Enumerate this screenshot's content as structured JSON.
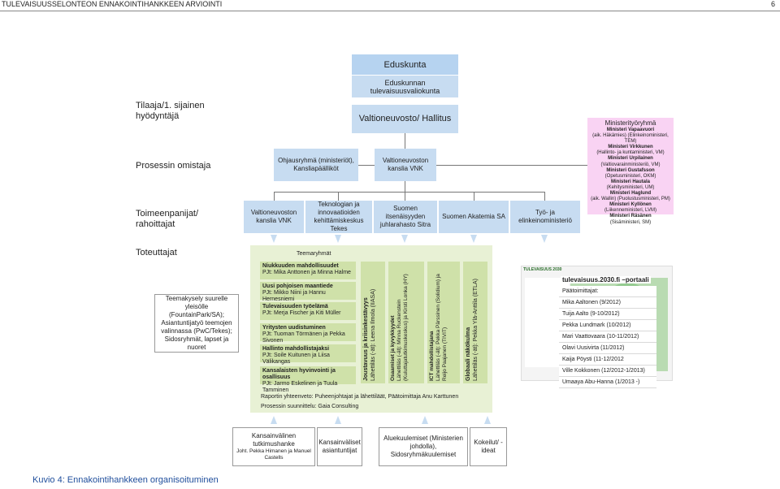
{
  "header": {
    "title": "TULEVAISUUSSELONTEON ENNAKOINTIHANKKEEN ARVIOINTI",
    "page": "6"
  },
  "rows": {
    "tilaaja": "Tilaaja/1. sijainen hyödyntäjä",
    "omistaja": "Prosessin omistaja",
    "toimeenpanijat": "Toimeenpanijat/ rahoittajat",
    "toteuttajat": "Toteuttajat"
  },
  "top": {
    "eduskunta": "Eduskunta",
    "valiokunta": "Eduskunnan tulevaisuusvaliokunta",
    "hallitus": "Valtioneuvosto/ Hallitus",
    "vnk": "Valtioneuvoston kanslia VNK",
    "ohjausryhma": "Ohjausryhmä (ministeriöt), Kansliapäälliköt"
  },
  "ministerial": {
    "title": "Ministerityöryhmä",
    "members": [
      {
        "name": "Ministeri Vapaavuori",
        "note": "(aik. Häkämies) (Elinkeinoministeri, TEM)"
      },
      {
        "name": "Ministeri Virkkunen",
        "note": "(Hallinto- ja kuntaministeri, VM)"
      },
      {
        "name": "Ministeri Urpilainen",
        "note": "(Valtiovarainministeriö, VM)"
      },
      {
        "name": "Ministeri Gustafsson",
        "note": "(Opetusministeri, OKM)"
      },
      {
        "name": "Ministeri Hautala",
        "note": "(Kehitysministeri, UM)"
      },
      {
        "name": "Ministeri Haglund",
        "note": "(aik. Wallin) (Puolustusministeri, PM)"
      },
      {
        "name": "Ministeri Kyllönen",
        "note": "(Liikenneministeri, LVM)"
      },
      {
        "name": "Ministeri Räsänen",
        "note": "(Sisäministeri, SM)"
      }
    ]
  },
  "funders": [
    "Valtioneuvoston kanslia VNK",
    "Teknologian ja innovaatioiden kehittämiskeskus Tekes",
    "Suomen itsenäisyyden juhlarahasto Sitra",
    "Suomen Akatemia SA",
    "Työ- ja elinkeinoministeriö"
  ],
  "survey": "Teemakysely suurelle yleisölle (FountainPark/SA); Asiantuntijatyö teemojen valinnassa (PwC/Tekes); Sidosryhmät, lapset ja nuoret",
  "teemaryhmat": {
    "label": "Teemaryhmät",
    "groups": [
      {
        "title": "Niukkuuden mahdollisuudet",
        "pj": "PJt: Mika Anttonen ja Minna Halme"
      },
      {
        "title": "Uusi pohjoisen maantiede",
        "pj": "PJt: Mikko Niini ja Hannu Hernesniemi"
      },
      {
        "title": "Tulevaisuuden työelämä",
        "pj": "PJt: Merja Fischer ja Kiti Müller"
      },
      {
        "title": "Yritysten uudistuminen",
        "pj": "PJt: Tuoman Törmänen ja Pekka Sivonen"
      },
      {
        "title": "Hallinto mahdollistajaksi",
        "pj": "PJt: Soile Kuitunen ja Liisa Välikangas"
      },
      {
        "title": "Kansalaisten hyvinvointi ja osallisuus",
        "pj": "PJt: Jarmo Eskelinen ja Tuula Tamminen"
      }
    ],
    "strips": [
      {
        "title": "Joustavuus ja kriisinkestävyys",
        "sub": "Lähettiläs (-ät): Leena Ilmola (IIASA)"
      },
      {
        "title": "Osaamiset ja kyvykkyydet",
        "sub": "Lähettiläs (-ät): Minna Ruckenstein (Kuluttajatutkimuskeskus) ja Kirsti Lonka (HY)"
      },
      {
        "title": "ICT mahdollistajana",
        "sub": "Lähettiläs (-ät): Pekka Pärssinen (Solidium) ja Reijo Paajanen (TIVIT)"
      },
      {
        "title": "Globaali näkökulma",
        "sub": "Lähettiläs (-ät): Pekka Ylä-Anttila (ETLA)"
      }
    ],
    "raportin": "Raportin yhteenveto: Puheenjohtajat ja lähettiläät, Päätoimittaja Anu Karttunen",
    "suunnittelu": "Prosessin suunnittelu: Gaia Consulting"
  },
  "portal": {
    "title": "tulevaisuus.2030.fi –portaali",
    "logo": "TULEVAISUUS 2030",
    "editors_label": "Päätoimittajat:",
    "editors": [
      "Mika Aaltonen (9/2012)",
      "Tuija Aalto (9-10/2012)",
      "Pekka Lundmark (10/2012)",
      "Mari Vaattovaara (10-11/2012)",
      "Olavi Uusivirta (11/2012)",
      "Kaija Pöysti (11-12/2012",
      "Ville Kokkonen (12/2012-1/2013)",
      "Umaaya Abu-Hanna (1/2013 -)"
    ]
  },
  "bottom": [
    {
      "title": "Kansainvälinen tutkimushanke",
      "sub": "Joht. Pekka Himanen ja Manuel Castells"
    },
    {
      "title": "Kansainväliset asiantuntijat",
      "sub": ""
    },
    {
      "title": "Aluekuulemiset (Ministerien johdolla), Sidosryhmäkuulemiset",
      "sub": ""
    },
    {
      "title": "Kokeilut/ -ideat",
      "sub": ""
    }
  ],
  "caption": "Kuvio 4: Ennakointihankkeen organisoituminen",
  "colors": {
    "blue": "#c7dcf1",
    "pink": "#f9d3f3",
    "green": "#e8f1d5",
    "greenstrip": "#cfe1a9",
    "caption": "#1f4e9c"
  }
}
